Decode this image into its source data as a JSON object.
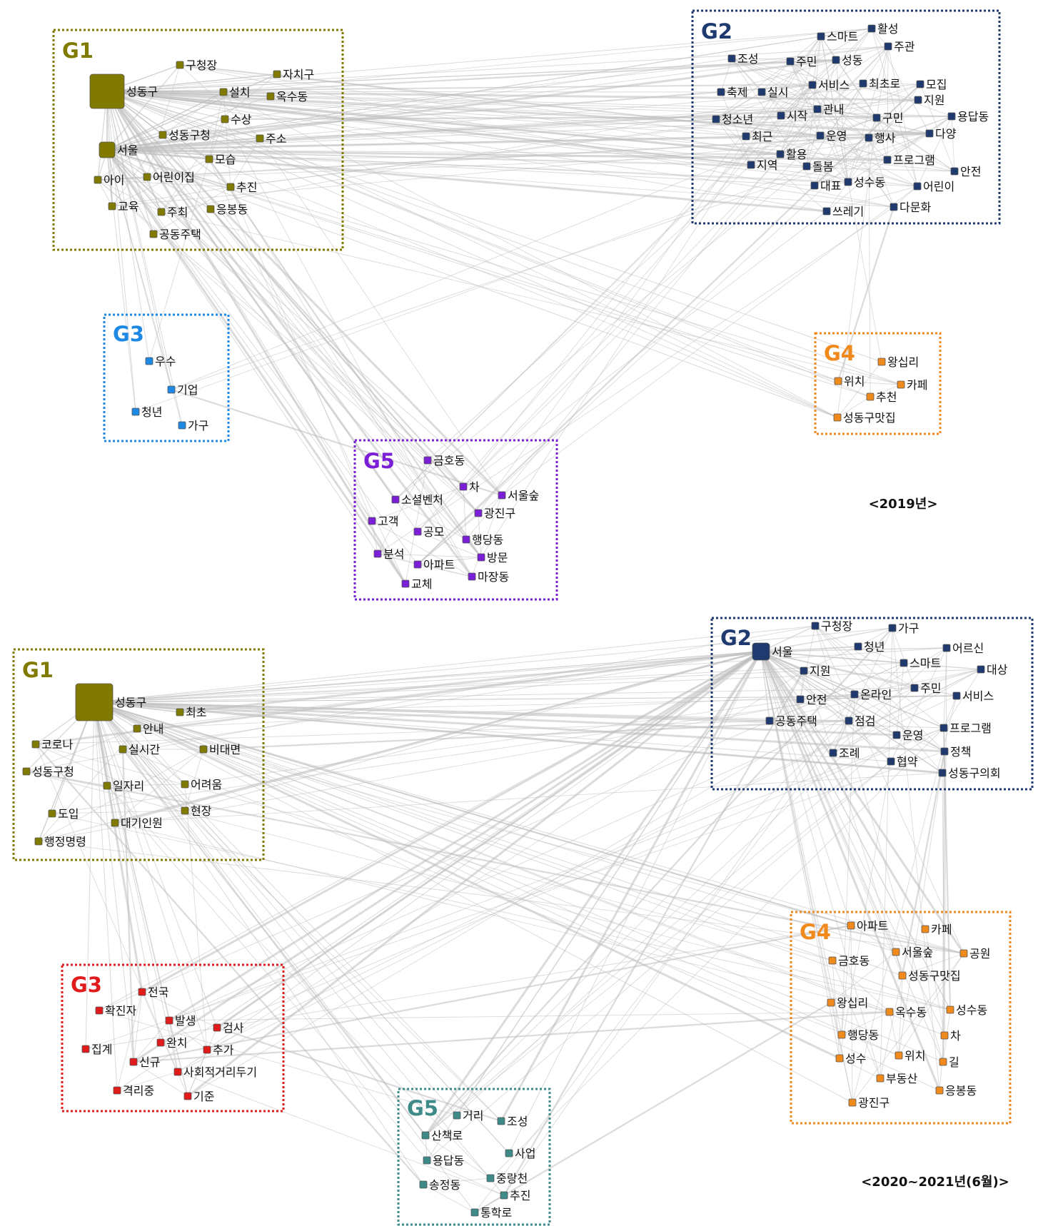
{
  "colors": {
    "G1": "#807a00",
    "G2": "#1f3a6e",
    "G3_2019": "#1e88e5",
    "G3_2020": "#e01b1b",
    "G4": "#f08a1c",
    "G5_2019": "#7b1fd6",
    "G5_2020": "#3d8a88",
    "edge": "#bdbdbd"
  },
  "panels": [
    {
      "title": "<2019년>",
      "groups": [
        {
          "id": "G1",
          "label": "G1",
          "color": "#807a00",
          "nodes": [
            "성동구",
            "구청장",
            "자치구",
            "설치",
            "옥수동",
            "서울",
            "수상",
            "성동구청",
            "주소",
            "모습",
            "아이",
            "어린이집",
            "추진",
            "교육",
            "주최",
            "응봉동",
            "공동주택"
          ]
        },
        {
          "id": "G2",
          "label": "G2",
          "color": "#1f3a6e",
          "nodes": [
            "스마트",
            "활성",
            "주관",
            "조성",
            "주민",
            "성동",
            "축제",
            "실시",
            "서비스",
            "최초로",
            "모집",
            "지원",
            "관내",
            "청소년",
            "시작",
            "구민",
            "용답동",
            "다양",
            "최근",
            "운영",
            "행사",
            "활용",
            "지역",
            "돌봄",
            "프로그램",
            "안전",
            "대표",
            "성수동",
            "어린이",
            "쓰레기",
            "다문화"
          ]
        },
        {
          "id": "G3",
          "label": "G3",
          "color": "#1e88e5",
          "nodes": [
            "우수",
            "기업",
            "청년",
            "가구"
          ]
        },
        {
          "id": "G4",
          "label": "G4",
          "color": "#f08a1c",
          "nodes": [
            "왕십리",
            "위치",
            "카페",
            "추천",
            "성동구맛집"
          ]
        },
        {
          "id": "G5",
          "label": "G5",
          "color": "#7b1fd6",
          "nodes": [
            "금호동",
            "차",
            "서울숲",
            "소셜벤처",
            "광진구",
            "고객",
            "공모",
            "행당동",
            "분석",
            "아파트",
            "방문",
            "마장동",
            "교체"
          ]
        }
      ]
    },
    {
      "title": "<2020~2021년(6월)>",
      "groups": [
        {
          "id": "G1",
          "label": "G1",
          "color": "#807a00",
          "nodes": [
            "성동구",
            "최초",
            "안내",
            "코로나",
            "실시간",
            "비대면",
            "성동구청",
            "일자리",
            "어려움",
            "도입",
            "현장",
            "대기인원",
            "행정명령"
          ]
        },
        {
          "id": "G2",
          "label": "G2",
          "color": "#1f3a6e",
          "nodes": [
            "구청장",
            "가구",
            "서울",
            "청년",
            "어르신",
            "스마트",
            "지원",
            "대상",
            "안전",
            "온라인",
            "주민",
            "서비스",
            "공동주택",
            "점검",
            "운영",
            "프로그램",
            "조례",
            "협약",
            "정책",
            "성동구의회"
          ]
        },
        {
          "id": "G3",
          "label": "G3",
          "color": "#e01b1b",
          "nodes": [
            "전국",
            "확진자",
            "발생",
            "검사",
            "집계",
            "완치",
            "추가",
            "신규",
            "사회적거리두기",
            "격리중",
            "기준"
          ]
        },
        {
          "id": "G4",
          "label": "G4",
          "color": "#f08a1c",
          "nodes": [
            "아파트",
            "카페",
            "서울숲",
            "공원",
            "금호동",
            "성동구맛집",
            "왕십리",
            "옥수동",
            "성수동",
            "행당동",
            "차",
            "위치",
            "성수",
            "길",
            "부동산",
            "응봉동",
            "광진구"
          ]
        },
        {
          "id": "G5",
          "label": "G5",
          "color": "#3d8a88",
          "nodes": [
            "거리",
            "조성",
            "산책로",
            "사업",
            "용답동",
            "중랑천",
            "송정동",
            "추진",
            "통학로"
          ]
        }
      ]
    }
  ]
}
